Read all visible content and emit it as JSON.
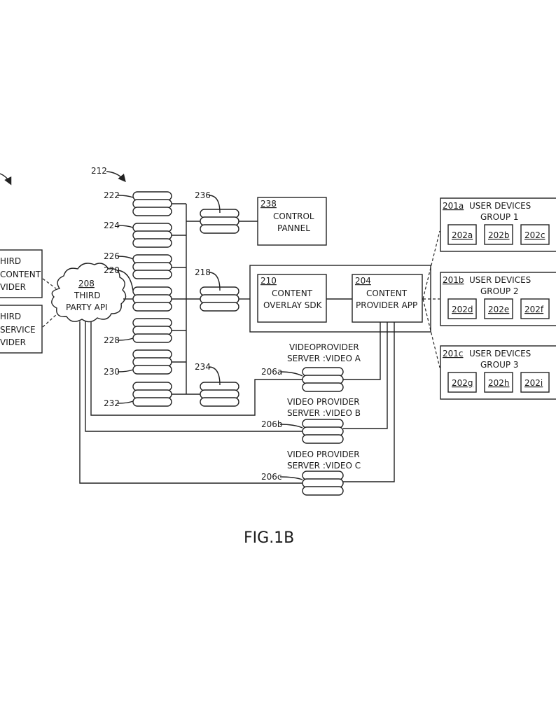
{
  "figure_label": "FIG.1B",
  "system_ref": "212",
  "third_party": {
    "api": {
      "ref": "208",
      "line1": "THIRD",
      "line2": "PARTY API"
    },
    "content_provider": {
      "line1": "HIRD",
      "line2": "CONTENT",
      "line3": "VIDER"
    },
    "service_provider": {
      "line1": "HIRD",
      "line2": "SERVICE",
      "line3": "VIDER"
    }
  },
  "databases": {
    "d222": "222",
    "d224": "224",
    "d226": "226",
    "d220": "220",
    "d228": "228",
    "d230": "230",
    "d232": "232",
    "d236": "236",
    "d218": "218",
    "d234": "234"
  },
  "control_panel": {
    "ref": "238",
    "line1": "CONTROL",
    "line2": "PANNEL"
  },
  "sdk": {
    "ref": "210",
    "line1": "CONTENT",
    "line2": "OVERLAY SDK"
  },
  "app": {
    "ref": "204",
    "line1": "CONTENT",
    "line2": "PROVIDER APP"
  },
  "video_servers": [
    {
      "ref": "206a",
      "line1": "VIDEOPROVIDER",
      "line2": "SERVER :VIDEO A"
    },
    {
      "ref": "206b",
      "line1": "VIDEO PROVIDER",
      "line2": "SERVER :VIDEO B"
    },
    {
      "ref": "206c",
      "line1": "VIDEO PROVIDER",
      "line2": "SERVER :VIDEO C"
    }
  ],
  "user_groups": [
    {
      "ref": "201a",
      "title": "USER DEVICES",
      "group": "GROUP 1",
      "devices": [
        "202a",
        "202b",
        "202c"
      ]
    },
    {
      "ref": "201b",
      "title": "USER DEVICES",
      "group": "GROUP 2",
      "devices": [
        "202d",
        "202e",
        "202f"
      ]
    },
    {
      "ref": "201c",
      "title": "USER DEVICES",
      "group": "GROUP 3",
      "devices": [
        "202g",
        "202h",
        "202i"
      ]
    }
  ]
}
